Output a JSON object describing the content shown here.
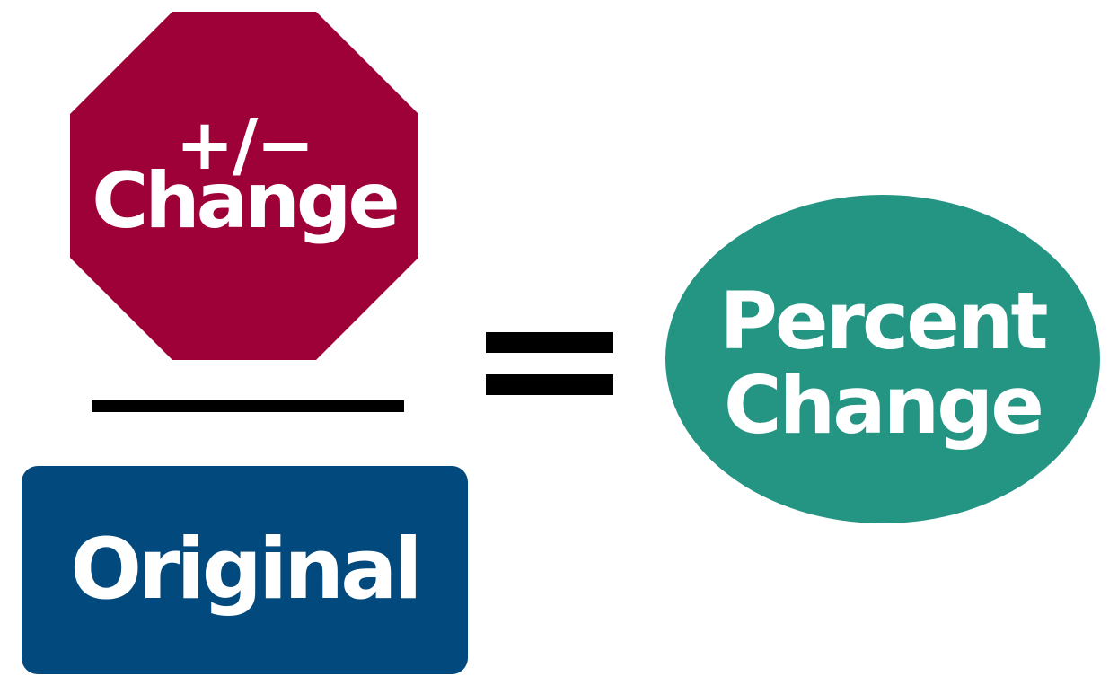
{
  "numerator": {
    "sign": "+/−",
    "label": "Change",
    "color": "#9e0038"
  },
  "denominator": {
    "label": "Original",
    "color": "#02497e"
  },
  "operator": "=",
  "result": {
    "line1": "Percent",
    "line2": "Change",
    "color": "#259583"
  }
}
